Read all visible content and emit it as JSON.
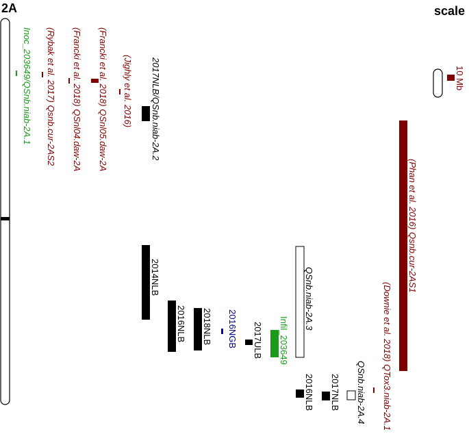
{
  "header": {
    "chromosome": "2A",
    "scale_label": "scale"
  },
  "scale_bar": {
    "label": "10 Mb"
  },
  "colors": {
    "black": "#000000",
    "darkred": "#800000",
    "green": "#1a9a1a",
    "navy": "#000080",
    "white": "#ffffff"
  },
  "labels": {
    "inoc": "Inoc_203649/QSnb.niab-2A.1",
    "rybak": "(Rybak et al. 2017) Qsnb.cur-2AS2",
    "francki_qsnl04": "(Francki et al. 2018) QSnl04.daw-2A",
    "francki_qsnl05": "(Francki et al. 2018) QSnl05.daw-2A",
    "jighly": "(Jighly et al. 2016)",
    "qsnb_2a2": "2017NLB/QSnb.niab-2A.2",
    "nlb2014": "2014NLB",
    "nlb2016": "2016NLB",
    "nlb2018": "2018NLB",
    "ngb2016": "2016NGB",
    "ulb2017": "2017ULB",
    "infil": "Infil_203649",
    "qsnb_2a3": "QSnb.niab-2A.3",
    "nlb2016_b": "2016NLB",
    "nlb2017_b": "2017NLB",
    "qsnb_2a4": "QSnb.niab-2A.4",
    "downie": "(Downie et al. 2018) QTox3.niab-2A.1",
    "phan": "(Phan et al. 2016) Qsnb.cur-2AS1"
  }
}
